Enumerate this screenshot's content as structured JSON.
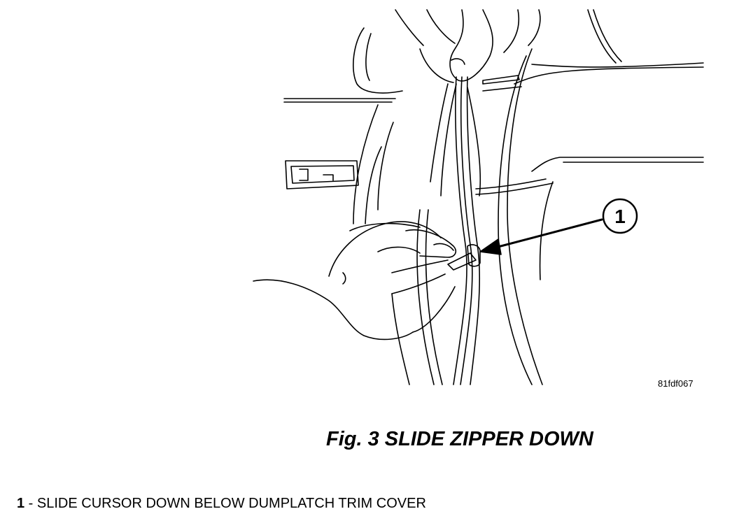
{
  "illustration": {
    "callout_number": "1",
    "drawing_id": "81fdf067",
    "icons": [
      "hand-pulling-trim-icon",
      "hand-sliding-zipper-icon",
      "zipper-cursor-icon",
      "callout-arrow-icon"
    ]
  },
  "caption": "Fig. 3 SLIDE ZIPPER DOWN",
  "legend": {
    "items": [
      {
        "number": "1",
        "separator": " - ",
        "text": "SLIDE CURSOR DOWN BELOW DUMPLATCH TRIM COVER"
      }
    ]
  },
  "colors": {
    "line": "#000000",
    "background": "#ffffff"
  }
}
